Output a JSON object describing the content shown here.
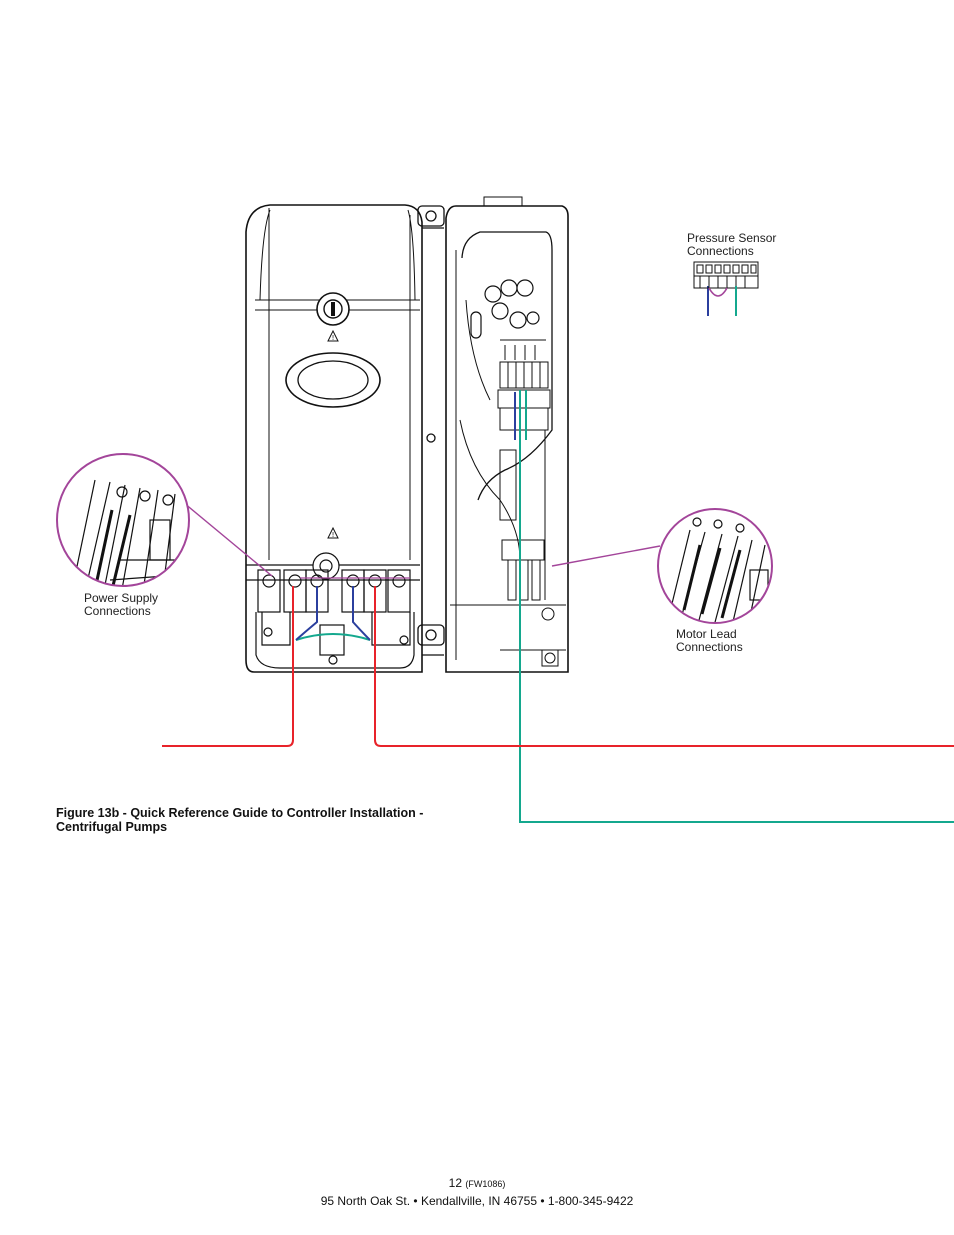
{
  "labels": {
    "pressure_sensor": "Pressure Sensor\nConnections",
    "power_supply": "Power Supply\nConnections",
    "motor_lead": "Motor Lead\nConnections"
  },
  "caption": {
    "line1": "Figure 13b - Quick Reference Guide to Controller Installation -",
    "line2": "Centrifugal Pumps"
  },
  "footer": {
    "page_number": "12",
    "doc_code": "(FW1086)",
    "address": "95 North Oak St. • Kendallville, IN  46755 • 1-800-345-9422"
  },
  "colors": {
    "wire_red": "#e8232a",
    "wire_teal": "#14a88e",
    "wire_blue": "#2b3f9e",
    "callout_magenta": "#a3459a",
    "outline": "#111111"
  }
}
